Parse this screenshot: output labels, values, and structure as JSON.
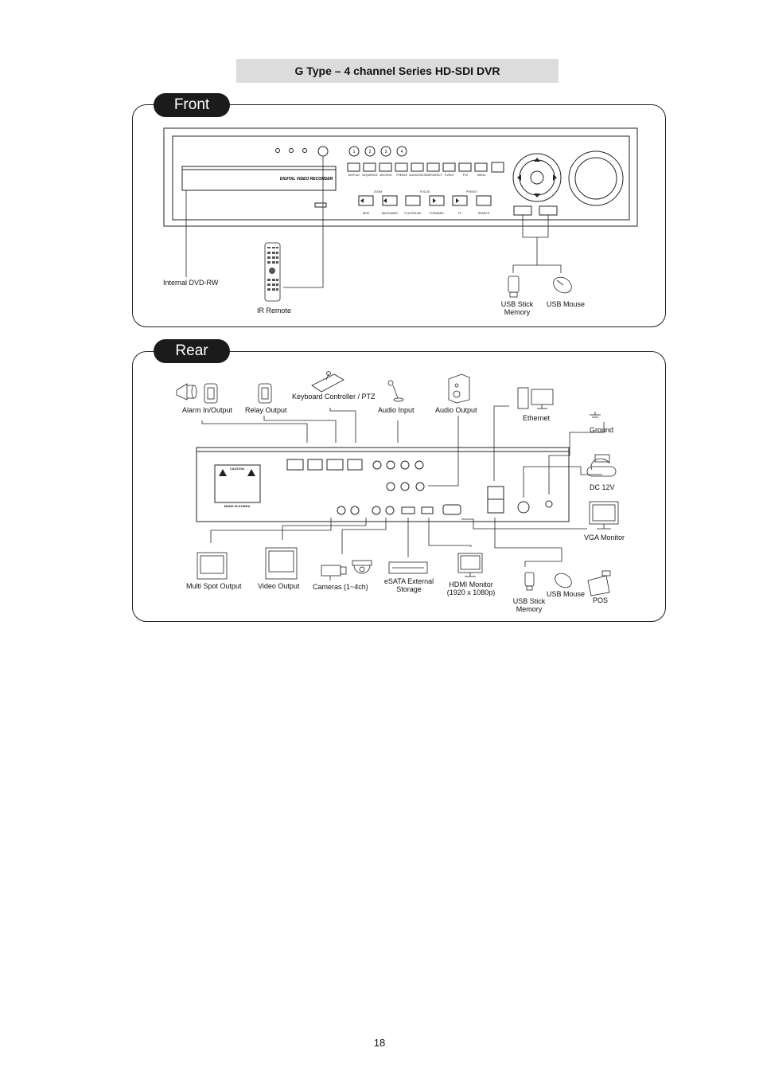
{
  "title": "G Type – 4 channel Series HD-SDI DVR",
  "page_number": "18",
  "front": {
    "tab": "Front",
    "dvr_text": "DIGITAL VIDEO RECORDER",
    "labels": {
      "dvd": "Internal DVD-RW",
      "ir": "IR Remote",
      "usb_stick": "USB Stick Memory",
      "usb_mouse": "USB Mouse"
    },
    "channel_buttons": [
      "1",
      "2",
      "3",
      "4"
    ],
    "function_buttons": [
      "DISPLAY",
      "SEQUENCE",
      "ARCHIVE",
      "FREEZE",
      "AUDIO/SEO",
      "EMERGENCY",
      "EVENT",
      "PTZ",
      "MENU"
    ],
    "playback_buttons": [
      "REW",
      "BACKWARD",
      "PLAY/PAUSE",
      "FORWARD",
      "FF",
      "SEARCH"
    ],
    "playback_sublabels": [
      "ZOOM",
      "FOCUS",
      "PRESET"
    ]
  },
  "rear": {
    "tab": "Rear",
    "labels": {
      "alarm": "Alarm In/Output",
      "relay": "Relay Output",
      "keyboard": "Keyboard Controller / PTZ",
      "audio_in": "Audio Input",
      "audio_out": "Audio Output",
      "ethernet": "Ethernet",
      "ground": "Ground",
      "dc": "DC 12V",
      "vga": "VGA Monitor",
      "multi_spot": "Multi Spot Output",
      "video_out": "Video Output",
      "cameras": "Cameras (1~4ch)",
      "esata": "eSATA External Storage",
      "hdmi": "HDMI Monitor (1920 x 1080p)",
      "usb_stick": "USB Stick Memory",
      "usb_mouse": "USB Mouse",
      "pos": "POS"
    },
    "panel_text": {
      "caution": "CAUTION",
      "made_in": "MADE IN KOREA"
    }
  }
}
